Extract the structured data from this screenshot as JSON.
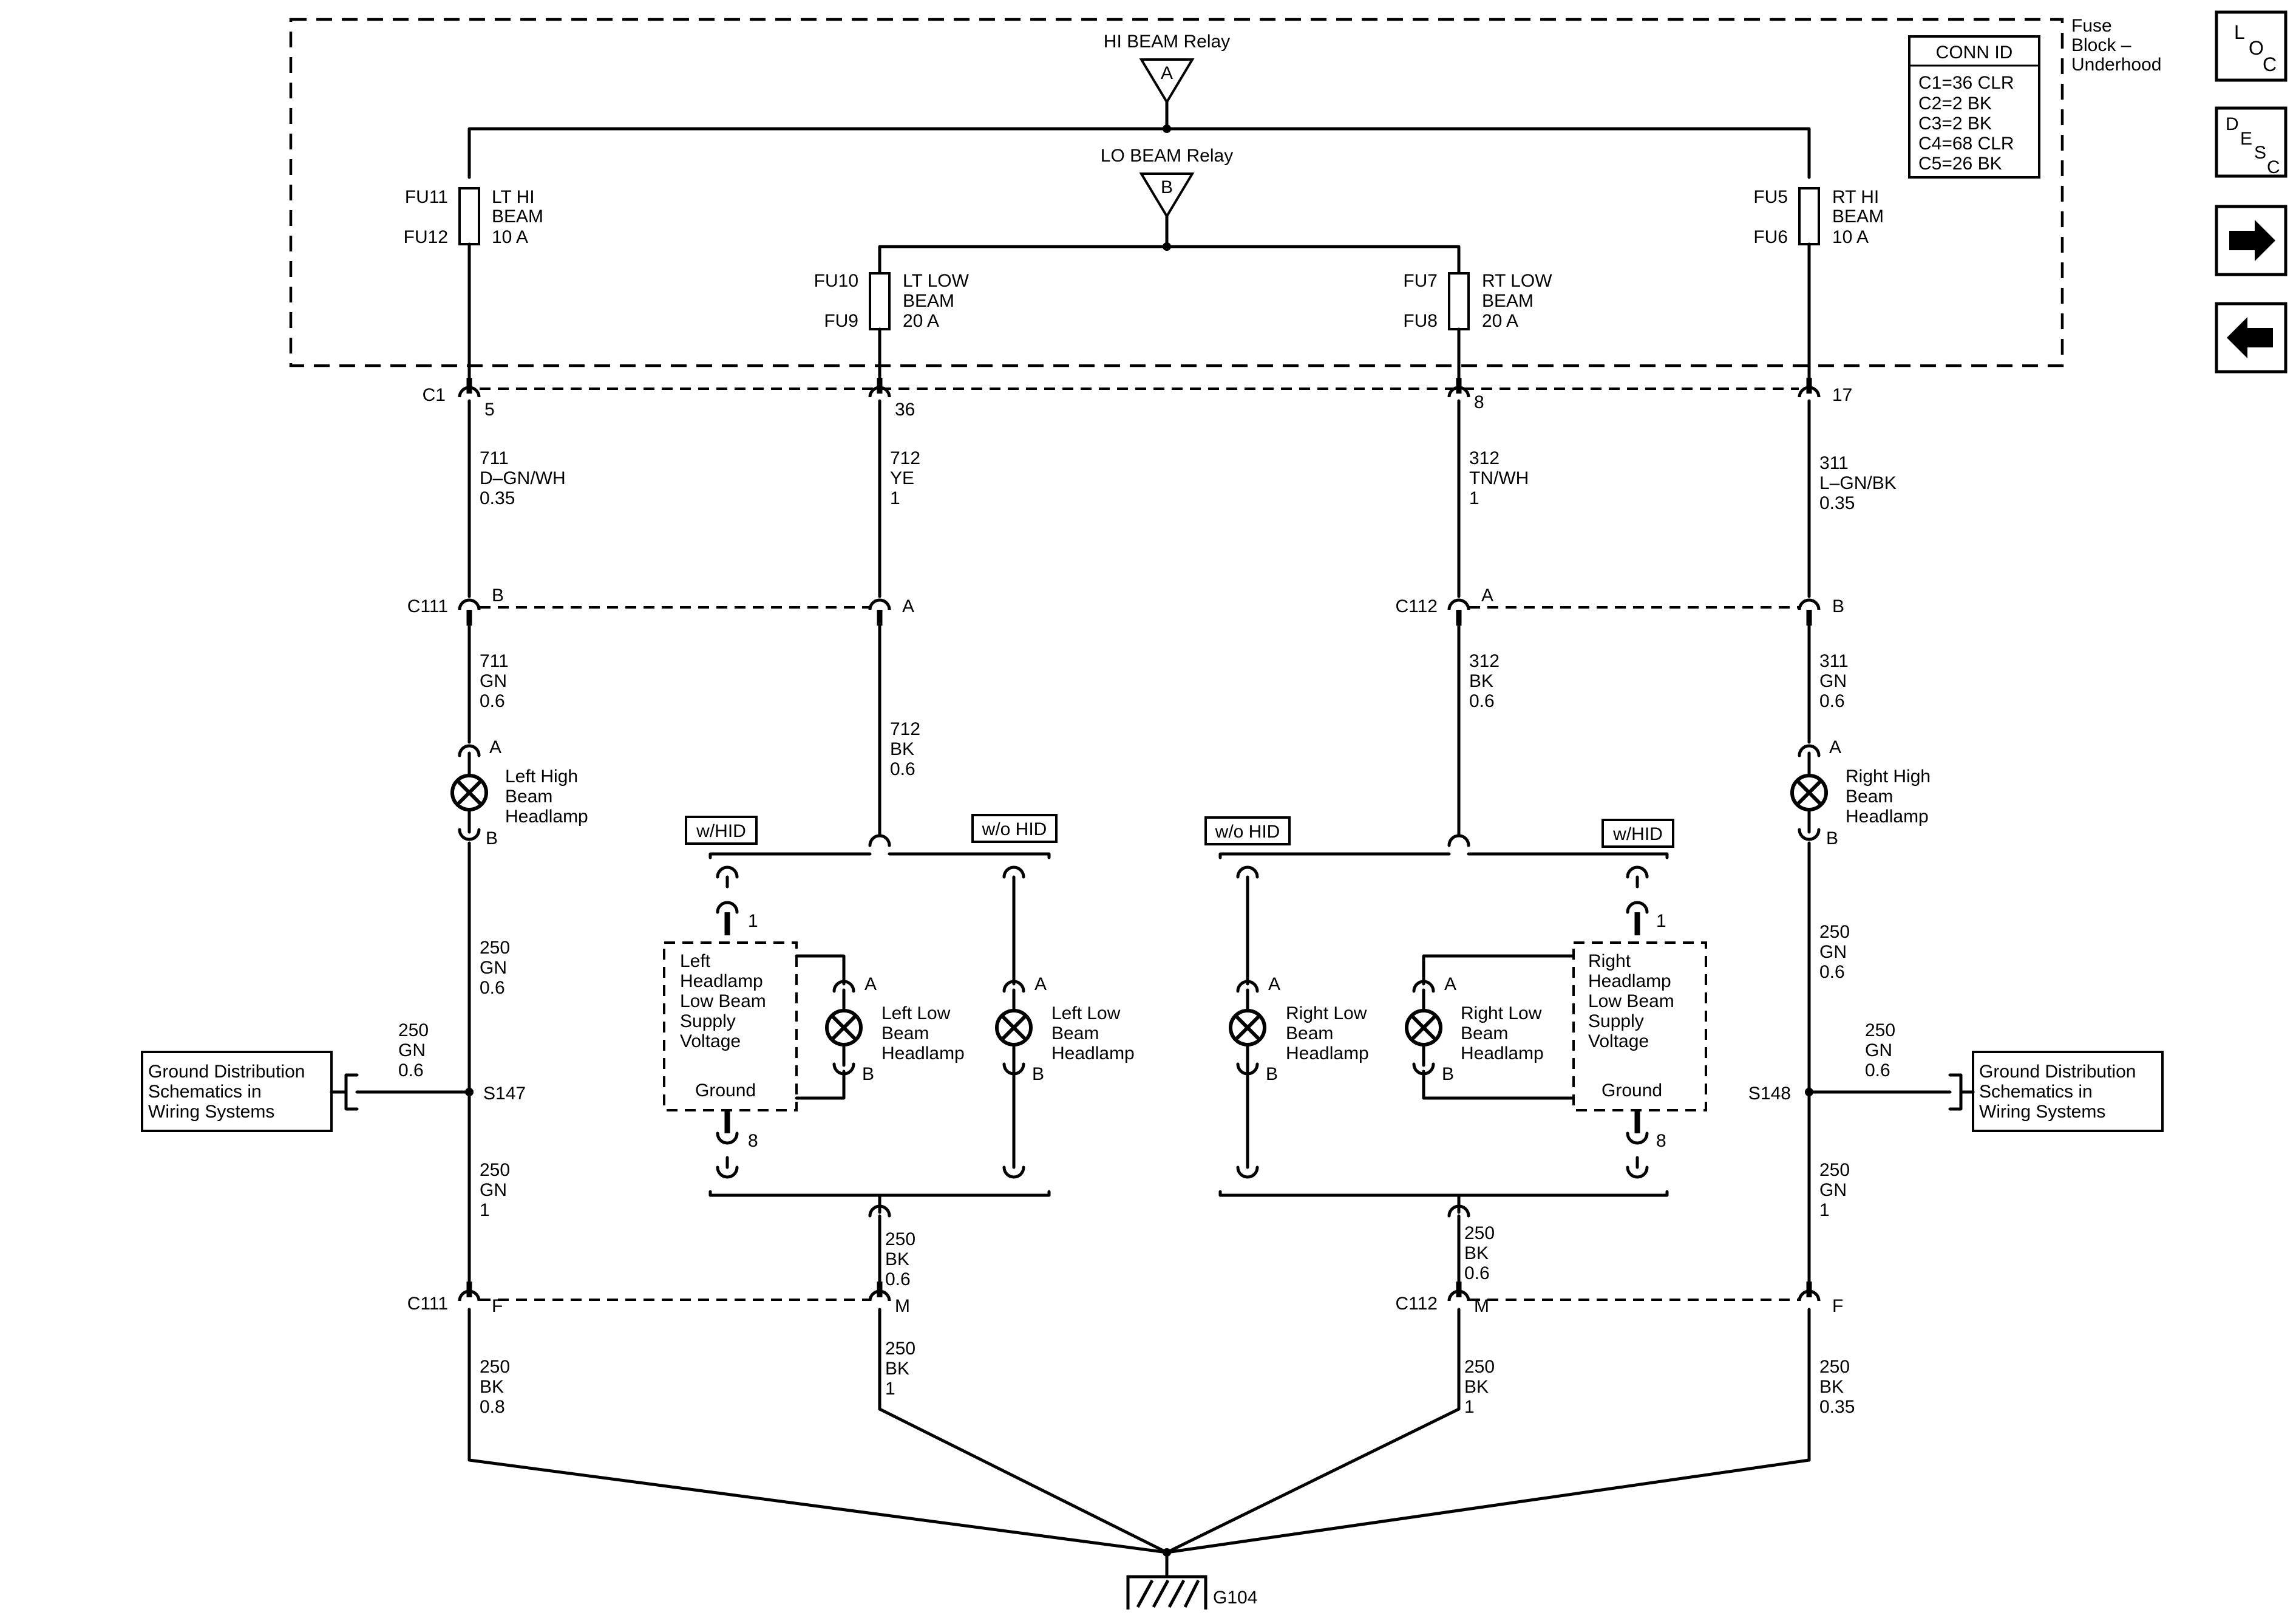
{
  "fuse_block": {
    "title_line1": "Fuse",
    "title_line2": "Block –",
    "title_line3": "Underhood"
  },
  "conn_id": {
    "title": "CONN ID",
    "rows": [
      "C1=36 CLR",
      "C2=2 BK",
      "C3=2 BK",
      "C4=68 CLR",
      "C5=26 BK"
    ]
  },
  "nav": {
    "loc": [
      "L",
      "O",
      "C"
    ],
    "desc": [
      "D",
      "E",
      "S",
      "C"
    ]
  },
  "relays": {
    "hi": {
      "label": "HI BEAM Relay",
      "terminal": "A"
    },
    "lo": {
      "label": "LO BEAM Relay",
      "terminal": "B"
    }
  },
  "fuses": {
    "lt_hi": {
      "id_top": "FU11",
      "id_bot": "FU12",
      "name1": "LT HI",
      "name2": "BEAM",
      "rating": "10 A"
    },
    "rt_hi": {
      "id_top": "FU5",
      "id_bot": "FU6",
      "name1": "RT HI",
      "name2": "BEAM",
      "rating": "10 A"
    },
    "lt_low": {
      "id_top": "FU10",
      "id_bot": "FU9",
      "name1": "LT LOW",
      "name2": "BEAM",
      "rating": "20 A"
    },
    "rt_low": {
      "id_top": "FU7",
      "id_bot": "FU8",
      "name1": "RT LOW",
      "name2": "BEAM",
      "rating": "20 A"
    }
  },
  "connectors": {
    "c1": {
      "name": "C1",
      "pins": [
        "5",
        "36",
        "8",
        "17"
      ]
    },
    "c111_top": {
      "name": "C111",
      "pins": [
        "B",
        "A"
      ]
    },
    "c112_top": {
      "name": "C112",
      "pins": [
        "A",
        "B"
      ]
    },
    "c111_bot": {
      "name": "C111",
      "pins": [
        "F",
        "M"
      ]
    },
    "c112_bot": {
      "name": "C112",
      "pins": [
        "M",
        "F"
      ]
    }
  },
  "wires": {
    "w711a": [
      "711",
      "D–GN/WH",
      "0.35"
    ],
    "w712a": [
      "712",
      "YE",
      "1"
    ],
    "w312a": [
      "312",
      "TN/WH",
      "1"
    ],
    "w311a": [
      "311",
      "L–GN/BK",
      "0.35"
    ],
    "w711b": [
      "711",
      "GN",
      "0.6"
    ],
    "w712b": [
      "712",
      "BK",
      "0.6"
    ],
    "w312b": [
      "312",
      "BK",
      "0.6"
    ],
    "w311b": [
      "311",
      "GN",
      "0.6"
    ],
    "w250_l1": [
      "250",
      "GN",
      "0.6"
    ],
    "w250_r1": [
      "250",
      "GN",
      "0.6"
    ],
    "w250_lg": [
      "250",
      "GN",
      "0.6"
    ],
    "w250_rg": [
      "250",
      "GN",
      "0.6"
    ],
    "w250_l2": [
      "250",
      "GN",
      "1"
    ],
    "w250_r2": [
      "250",
      "GN",
      "1"
    ],
    "w250_lm": [
      "250",
      "BK",
      "0.6"
    ],
    "w250_rm": [
      "250",
      "BK",
      "0.6"
    ],
    "w250_l3": [
      "250",
      "BK",
      "0.8"
    ],
    "w250_lm2": [
      "250",
      "BK",
      "1"
    ],
    "w250_rm2": [
      "250",
      "BK",
      "1"
    ],
    "w250_r3": [
      "250",
      "BK",
      "0.35"
    ]
  },
  "lamps": {
    "lhb": {
      "l1": "Left High",
      "l2": "Beam",
      "l3": "Headlamp",
      "pin_a": "A",
      "pin_b": "B"
    },
    "rhb": {
      "l1": "Right High",
      "l2": "Beam",
      "l3": "Headlamp",
      "pin_a": "A",
      "pin_b": "B"
    },
    "llb1": {
      "l1": "Left Low",
      "l2": "Beam",
      "l3": "Headlamp",
      "pin_a": "A",
      "pin_b": "B"
    },
    "llb2": {
      "l1": "Left Low",
      "l2": "Beam",
      "l3": "Headlamp",
      "pin_a": "A",
      "pin_b": "B"
    },
    "rlb1": {
      "l1": "Right Low",
      "l2": "Beam",
      "l3": "Headlamp",
      "pin_a": "A",
      "pin_b": "B"
    },
    "rlb2": {
      "l1": "Right Low",
      "l2": "Beam",
      "l3": "Headlamp",
      "pin_a": "A",
      "pin_b": "B"
    }
  },
  "options": {
    "w_hid": "w/HID",
    "wo_hid": "w/o HID"
  },
  "hid_modules": {
    "left": {
      "l1": "Left",
      "l2": "Headlamp",
      "l3": "Low Beam",
      "l4": "Supply",
      "l5": "Voltage",
      "ground": "Ground",
      "pin1": "1",
      "pin8": "8"
    },
    "right": {
      "l1": "Right",
      "l2": "Headlamp",
      "l3": "Low Beam",
      "l4": "Supply",
      "l5": "Voltage",
      "ground": "Ground",
      "pin1": "1",
      "pin8": "8"
    }
  },
  "splices": {
    "left": "S147",
    "right": "S148"
  },
  "ground_refs": {
    "left": [
      "Ground Distribution",
      "Schematics in",
      "Wiring Systems"
    ],
    "right": [
      "Ground Distribution",
      "Schematics in",
      "Wiring Systems"
    ]
  },
  "ground": {
    "label": "G104"
  }
}
